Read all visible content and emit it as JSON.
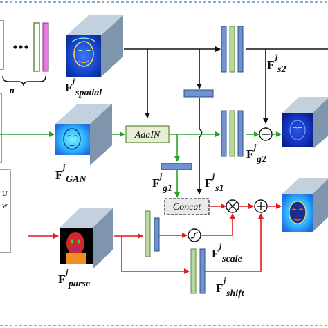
{
  "colors": {
    "black_arrow": "#111111",
    "green_arrow": "#2ca02c",
    "red_arrow": "#e01c1c",
    "cube_face": "#9db0c6",
    "cube_top": "#c3d0de",
    "cube_side": "#7f95ad",
    "feat_blue": "#6f93cf",
    "feat_green": "#b9d8a0",
    "feat_pink": "#e879e0",
    "adain_fill": "#e6efd6",
    "concat_fill": "#e9e9e9",
    "frame_dash": "#4a7ab0"
  },
  "labels": {
    "n": "n",
    "f_spatial": {
      "base": "F",
      "sup": "j",
      "sub": "spatial"
    },
    "f_s2": {
      "base": "F",
      "sup": "j",
      "sub": "s2"
    },
    "f_gan": {
      "base": "F",
      "sup": "j",
      "sub": "GAN"
    },
    "f_g2": {
      "base": "F",
      "sup": "j",
      "sub": "g2"
    },
    "f_g1": {
      "base": "F",
      "sup": "j",
      "sub": "g1"
    },
    "f_s1": {
      "base": "F",
      "sup": "j",
      "sub": "s1"
    },
    "f_scale": {
      "base": "F",
      "sup": "j",
      "sub": "scale"
    },
    "f_parse": {
      "base": "F",
      "sup": "j",
      "sub": "parse"
    },
    "f_shift": {
      "base": "F",
      "sup": "j",
      "sub": "shift"
    },
    "adain": "AdaIN",
    "concat": "Concat",
    "side_text_1": "U",
    "side_text_2": "w"
  },
  "icons": {
    "minus_op": "circle-minus-icon",
    "times_op": "circle-times-icon",
    "plus_op": "circle-plus-icon",
    "sigmoid_op": "sigmoid-icon",
    "ellipsis": "ellipsis-icon"
  }
}
